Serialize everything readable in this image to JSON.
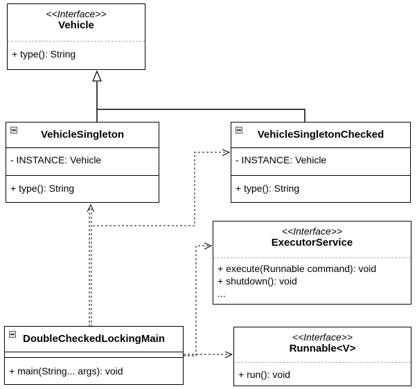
{
  "classes": {
    "vehicle": {
      "stereotype": "<<Interface>>",
      "name": "Vehicle",
      "operations": [
        "+ type(): String"
      ]
    },
    "vehicle_singleton": {
      "name": "VehicleSingleton",
      "attributes": [
        "- INSTANCE: Vehicle"
      ],
      "operations": [
        "+ type(): String"
      ]
    },
    "vehicle_singleton_checked": {
      "name": "VehicleSingletonChecked",
      "attributes": [
        "- INSTANCE: Vehicle"
      ],
      "operations": [
        "+ type(): String"
      ]
    },
    "executor_service": {
      "stereotype": "<<Interface>>",
      "name": "ExecutorService",
      "operations": [
        "+ execute(Runnable command): void",
        "+ shutdown(): void",
        "..."
      ]
    },
    "double_checked_locking_main": {
      "name": "DoubleCheckedLockingMain",
      "attributes": [],
      "operations": [
        "+ main(String... args): void"
      ]
    },
    "runnable": {
      "stereotype": "<<Interface>>",
      "name": "Runnable<V>",
      "operations": [
        "+ run(): void"
      ]
    }
  }
}
